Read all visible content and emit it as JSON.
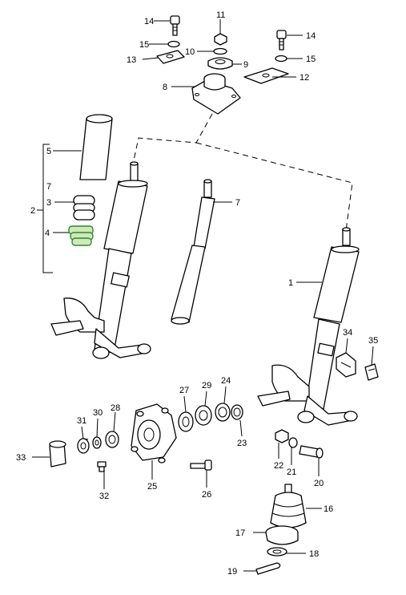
{
  "diagram": {
    "highlight_color": "#2f8a2f",
    "highlighted_part": "4",
    "callouts": {
      "c1": "1",
      "c2": "2",
      "c3": "3",
      "c4": "4",
      "c5": "5",
      "c6": "7",
      "c7": "7",
      "c8": "8",
      "c9": "9",
      "c10": "10",
      "c11": "11",
      "c12": "12",
      "c13": "13",
      "c14": "14",
      "c14b": "14",
      "c15": "15",
      "c15b": "15",
      "c16": "16",
      "c17": "17",
      "c18": "18",
      "c19": "19",
      "c20": "20",
      "c21": "21",
      "c22": "22",
      "c23": "23",
      "c24": "24",
      "c25": "25",
      "c26": "26",
      "c27": "27",
      "c28": "28",
      "c29": "29",
      "c30": "30",
      "c31": "31",
      "c32": "32",
      "c33": "33",
      "c34": "34",
      "c35": "35"
    }
  }
}
